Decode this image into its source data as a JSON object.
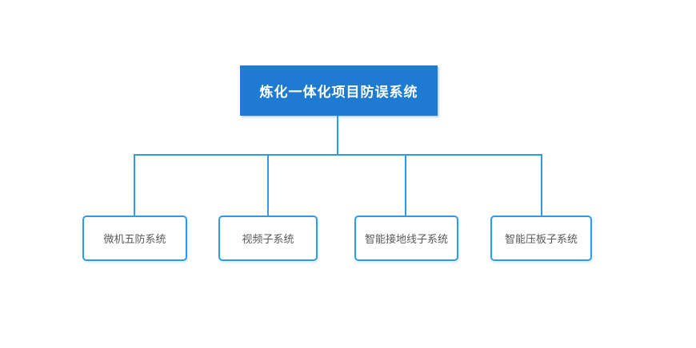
{
  "diagram": {
    "type": "org-chart",
    "root": {
      "label": "炼化一体化项目防误系统"
    },
    "children": [
      {
        "label": "微机五防系统"
      },
      {
        "label": "视频子系统"
      },
      {
        "label": "智能接地线子系统"
      },
      {
        "label": "智能压板子系统"
      }
    ],
    "colors": {
      "background": "#ffffff",
      "root_fill": "#1e7bd1",
      "root_text": "#ffffff",
      "connector": "#2e9aec",
      "child_border": "#2e9aec",
      "child_fill": "#ffffff",
      "child_text": "#595959"
    }
  }
}
